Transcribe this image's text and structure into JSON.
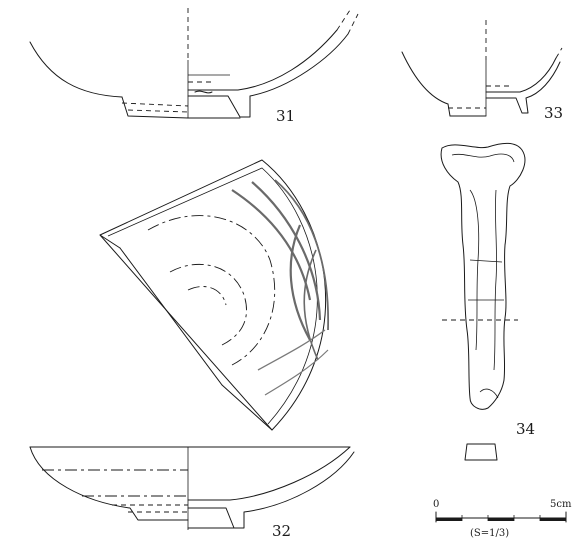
{
  "figures": [
    {
      "id": "31",
      "label": "31"
    },
    {
      "id": "32",
      "label": "32"
    },
    {
      "id": "33",
      "label": "33"
    },
    {
      "id": "34",
      "label": "34"
    }
  ],
  "scale": {
    "start_label": "0",
    "end_label": "5cm",
    "ratio_label": "(S=1/3)"
  },
  "colors": {
    "ink": "#1a1a1a",
    "brush": "#6a6a6a",
    "paper": "#ffffff"
  }
}
